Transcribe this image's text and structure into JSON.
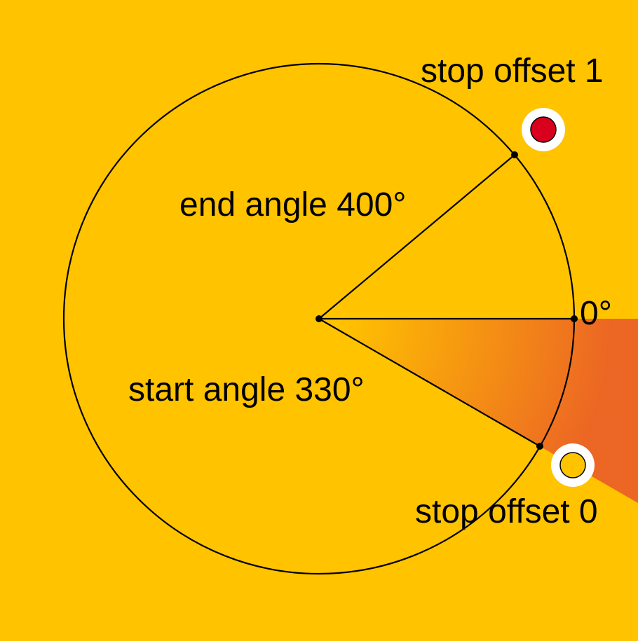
{
  "diagram": {
    "colors": {
      "background": "#FFC300",
      "gradient_start": "#FFC300",
      "gradient_end": "#E8552A",
      "stop_offset_0_fill": "#FFC300",
      "stop_offset_1_fill": "#D9001E",
      "stroke": "#000000",
      "handle_ring": "#FFFFFF"
    },
    "angles": {
      "reference": 0,
      "start": 330,
      "end": 400
    },
    "labels": {
      "zero": "0°",
      "start_angle": "start angle 330°",
      "end_angle": "end angle 400°",
      "stop_offset_0": "stop offset 0",
      "stop_offset_1": "stop offset 1"
    }
  }
}
